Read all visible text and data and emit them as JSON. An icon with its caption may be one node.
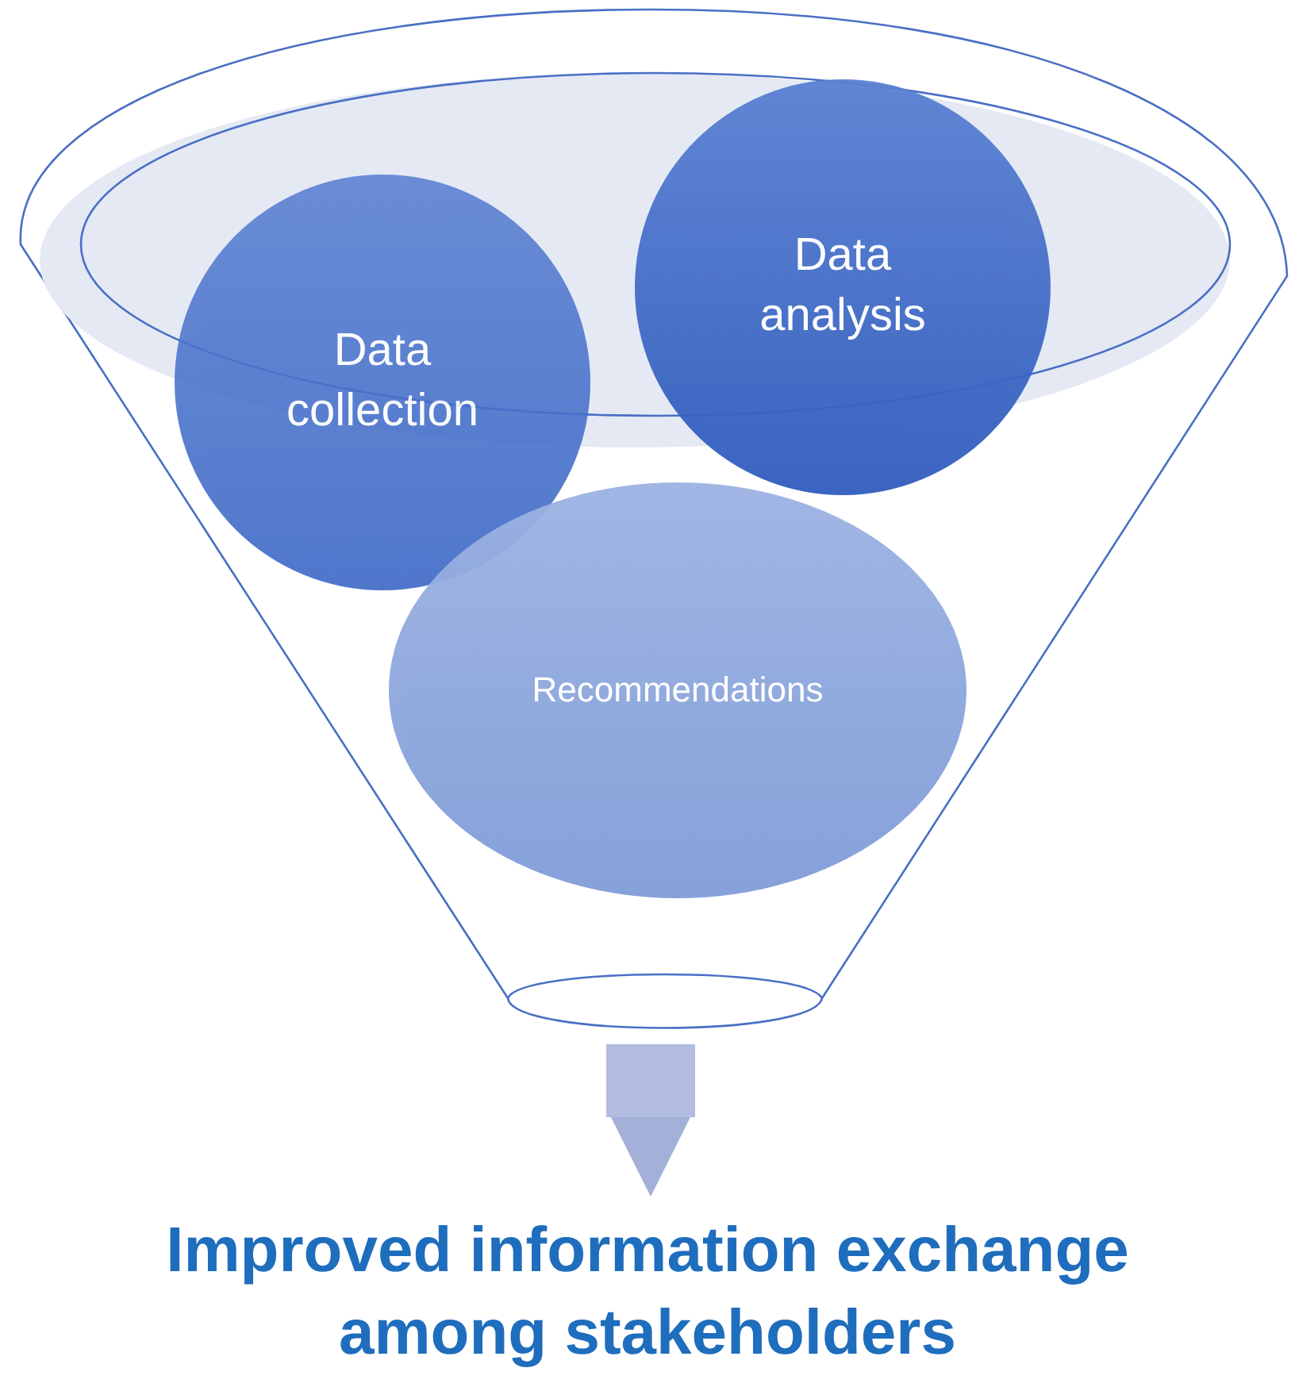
{
  "diagram": {
    "nodes": [
      {
        "text": [],
        "shape": "funnel"
      },
      {
        "text": [
          "Data collection"
        ],
        "in": 0
      },
      {
        "text": [
          "Data analysis"
        ],
        "in": 0
      },
      {
        "text": [
          "Recommendations"
        ],
        "in": 0
      },
      {
        "text": [
          "Improved information exchange among stakeholders"
        ]
      }
    ],
    "edges": [
      {
        "from": 0,
        "to": 4,
        "arrow": "to"
      }
    ]
  }
}
